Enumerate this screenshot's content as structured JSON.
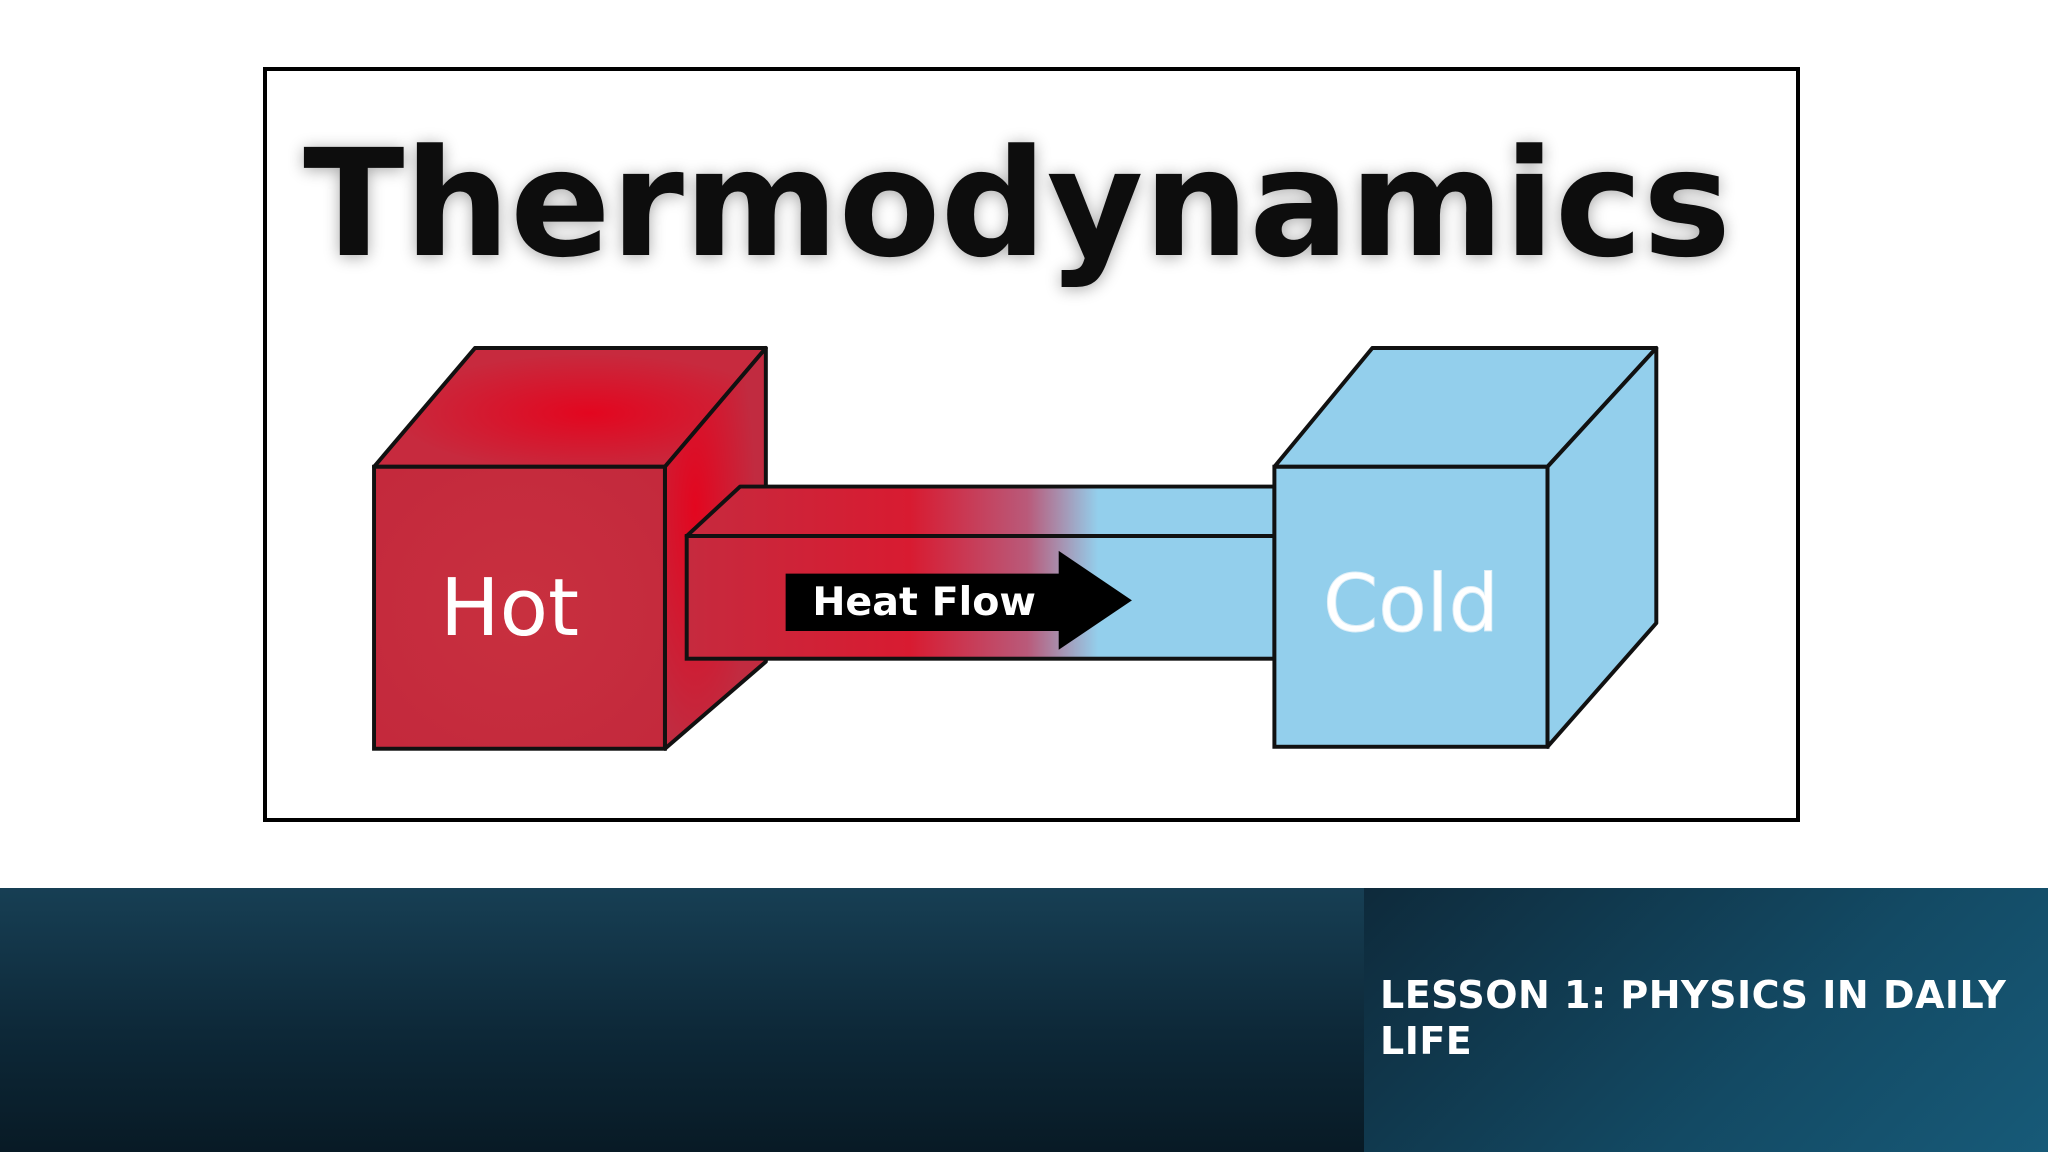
{
  "diagram": {
    "title": "Thermodynamics",
    "hot_label": "Hot",
    "cold_label": "Cold",
    "arrow_label": "Heat Flow",
    "colors": {
      "hot": "#c72a3e",
      "hot_glow": "#e0102a",
      "cold": "#93cfec",
      "outline": "#111111",
      "arrow": "#000000"
    }
  },
  "footer": {
    "lesson_title": "LESSON 1: PHYSICS IN DAILY LIFE"
  }
}
